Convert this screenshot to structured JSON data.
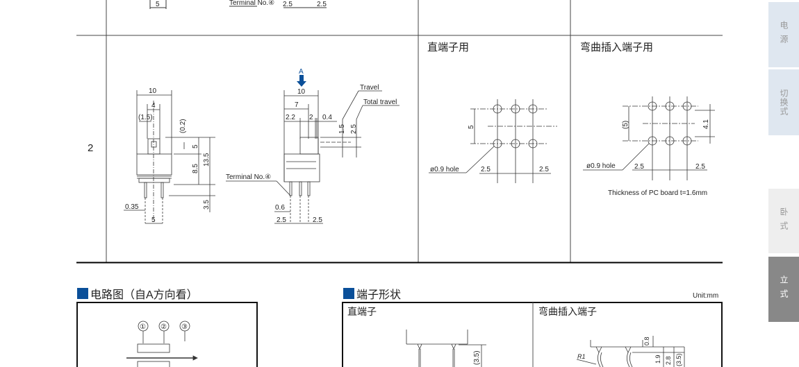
{
  "top_remnant": {
    "dim_5": "5",
    "terminal_label": "Terminal No.④",
    "dim_a": "2.5",
    "dim_b": "2.5"
  },
  "table": {
    "row_number": "2",
    "col_straight_title": "直端子用",
    "col_bent_title": "弯曲插入端子用"
  },
  "front_view": {
    "w10": "10",
    "w4": "4",
    "w15": "(1.5)",
    "d02": "(0.2)",
    "h5": "5",
    "h85": "8.5",
    "h135": "13.5",
    "h35": "3.5",
    "pin035": "0.35",
    "pitch5": "5"
  },
  "side_view": {
    "arrow_label": "A",
    "w10": "10",
    "w7": "7",
    "w22": "2.2",
    "w2": "2",
    "w04": "0.4",
    "travel": "Travel",
    "total_travel": "Total travel",
    "t15": "1.5",
    "t25": "2.5",
    "terminal_label": "Terminal No.④",
    "pin06": "0.6",
    "p25a": "2.5",
    "p25b": "2.5"
  },
  "hole_straight": {
    "pitch_v": "5",
    "hole": "ø0.9 hole",
    "p1": "2.5",
    "p2": "2.5"
  },
  "hole_bent": {
    "pitch_v": "(5)",
    "offset": "4.1",
    "hole": "ø0.9 hole",
    "p1": "2.5",
    "p2": "2.5",
    "note": "Thickness of PC board  t=1.6mm"
  },
  "circuit": {
    "title": "电路图（自A方向看）",
    "t1": "①",
    "t2": "②",
    "t3": "③"
  },
  "terminal_shape": {
    "title": "端子形状",
    "unit": "Unit:mm",
    "straight": "直端子",
    "bent": "弯曲插入端子",
    "s35": "(3.5)",
    "b08": "0.8",
    "b19": "1.9",
    "b28": "2.8",
    "b35": "(3.5)",
    "r1": "R1"
  },
  "sidebar": {
    "tabs": [
      {
        "label": "电源"
      },
      {
        "label": "切换式"
      },
      {
        "label": "卧式"
      },
      {
        "label": "立式"
      }
    ]
  },
  "colors": {
    "accent": "#0a4f99",
    "tab_light": "#dfe7f0",
    "tab_gray": "#eeeeee",
    "tab_active": "#888888"
  }
}
